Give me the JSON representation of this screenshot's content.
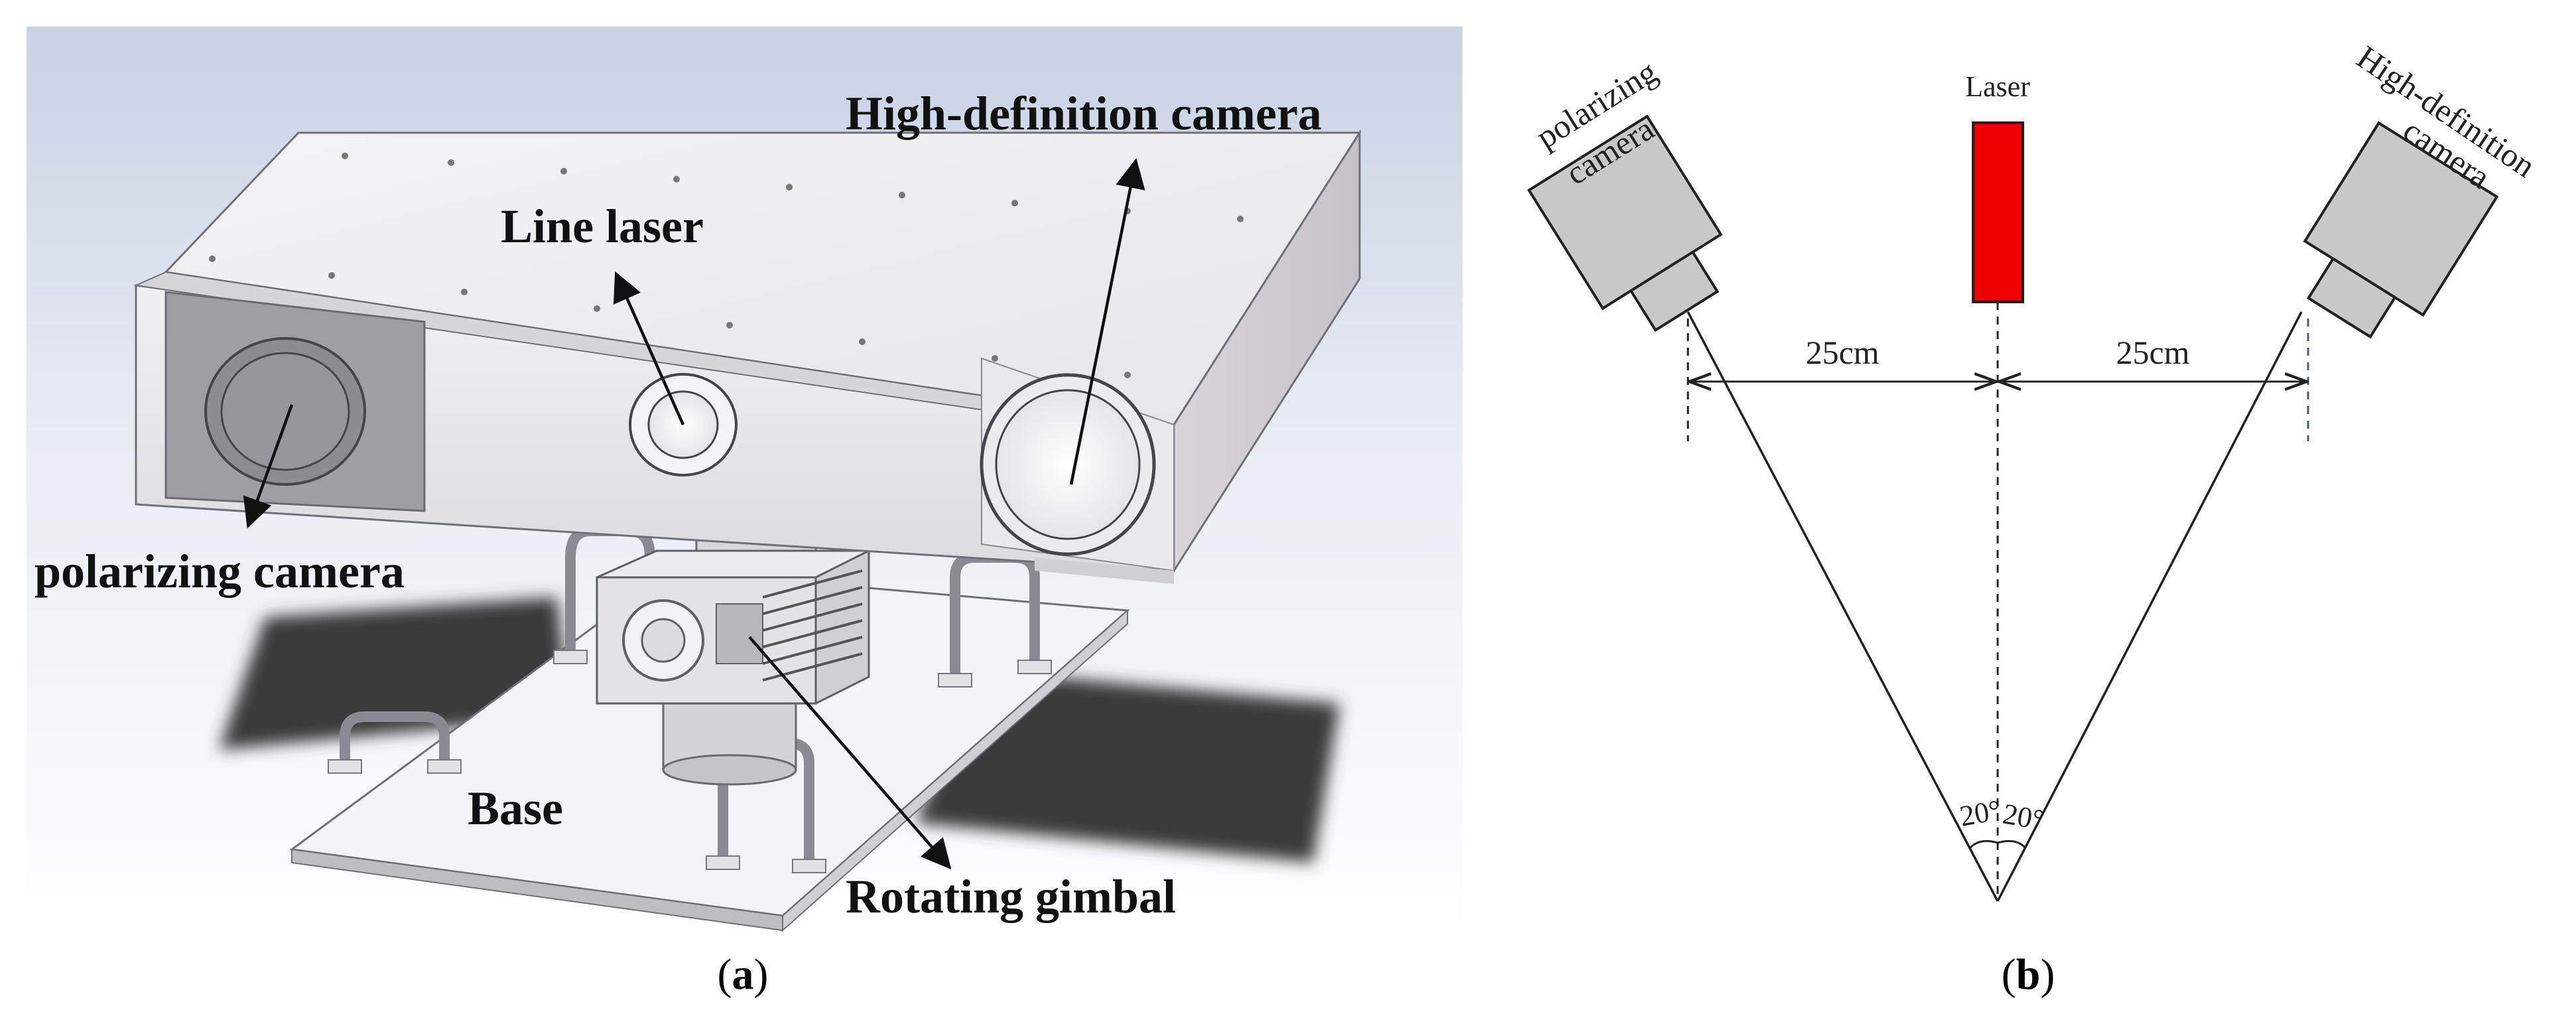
{
  "panel_a": {
    "labels": {
      "hd_camera": "High-definition camera",
      "line_laser": "Line laser",
      "polarizing_camera": "polarizing camera",
      "base": "Base",
      "rotating_gimbal": "Rotating gimbal"
    },
    "caption": {
      "open": "(",
      "letter": "a",
      "close": ")"
    }
  },
  "panel_b": {
    "labels": {
      "polarizing_line1": "polarizing",
      "polarizing_line2": "camera",
      "laser": "Laser",
      "hd_line1": "High-definition",
      "hd_line2": "camera",
      "dist_left": "25cm",
      "dist_right": "25cm",
      "angle_left": "20°",
      "angle_right": "20°"
    },
    "colors": {
      "laser": "#ee0000",
      "camera_fill": "#c8c8c8",
      "stroke": "#222222"
    },
    "caption": {
      "open": "(",
      "letter": "b",
      "close": ")"
    }
  }
}
